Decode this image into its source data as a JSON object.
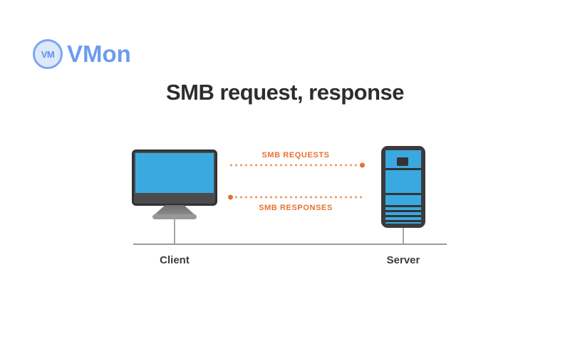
{
  "logo": {
    "brand": "VMon",
    "badge_text": "VM"
  },
  "title": "SMB request, response",
  "diagram": {
    "flows": {
      "requests_label": "SMB REQUESTS",
      "requests_direction": "client-to-server",
      "responses_label": "SMB RESPONSES",
      "responses_direction": "server-to-client"
    },
    "nodes": {
      "client_label": "Client",
      "client_icon": "desktop-monitor-icon",
      "server_label": "Server",
      "server_icon": "server-tower-icon"
    }
  },
  "colors": {
    "background": "#FFFFFF",
    "accent_orange": "#E8722D",
    "device_blue": "#3AA9E0",
    "device_dark": "#3B3B3D",
    "logo_blue": "#6B9CF1",
    "logo_badge_fill": "#DDE8FB",
    "title_text": "#2D2D2D",
    "label_text": "#3C3C3C",
    "line_gray": "#9A9A9A"
  }
}
